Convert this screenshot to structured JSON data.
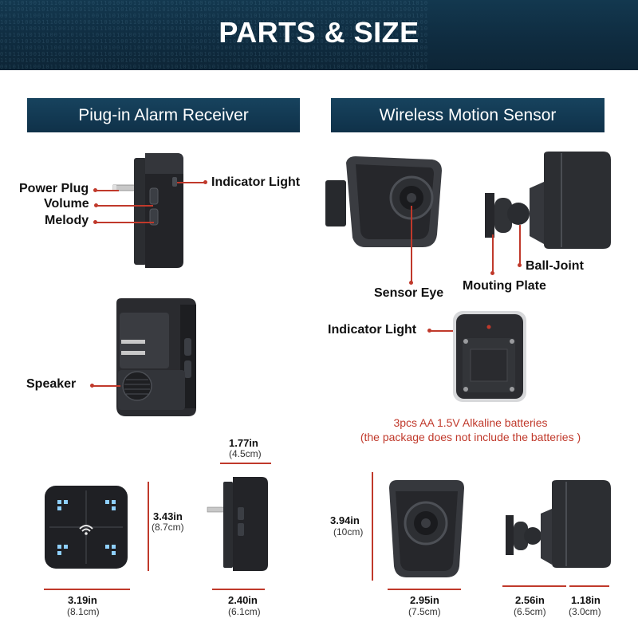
{
  "banner": {
    "title": "PARTS & SIZE"
  },
  "sections": {
    "receiver": "Piug-in Alarm Receiver",
    "sensor": "Wireless Motion Sensor"
  },
  "receiver_labels": {
    "power_plug": "Power Plug",
    "volume": "Volume",
    "melody": "Melody",
    "indicator_light": "Indicator Light",
    "speaker": "Speaker"
  },
  "sensor_labels": {
    "sensor_eye": "Sensor Eye",
    "ball_joint": "Ball-Joint",
    "mounting_plate": "Mouting Plate",
    "indicator_light": "Indicator Light"
  },
  "battery_note": {
    "line1": "3pcs AA 1.5V Alkaline batteries",
    "line2": "(the package does not include the batteries )"
  },
  "dimensions": {
    "receiver_depth": {
      "in": "1.77in",
      "cm": "(4.5cm)"
    },
    "receiver_height": {
      "in": "3.43in",
      "cm": "(8.7cm)"
    },
    "receiver_width": {
      "in": "3.19in",
      "cm": "(8.1cm)"
    },
    "receiver_side": {
      "in": "2.40in",
      "cm": "(6.1cm)"
    },
    "sensor_height": {
      "in": "3.94in",
      "cm": "(10cm)"
    },
    "sensor_width": {
      "in": "2.95in",
      "cm": "(7.5cm)"
    },
    "sensor_depth": {
      "in": "2.56in",
      "cm": "(6.5cm)"
    },
    "sensor_mount": {
      "in": "1.18in",
      "cm": "(3.0cm)"
    }
  },
  "colors": {
    "banner": "#0f2c40",
    "accent_red": "#c0392b",
    "device": "#2a2c30"
  }
}
